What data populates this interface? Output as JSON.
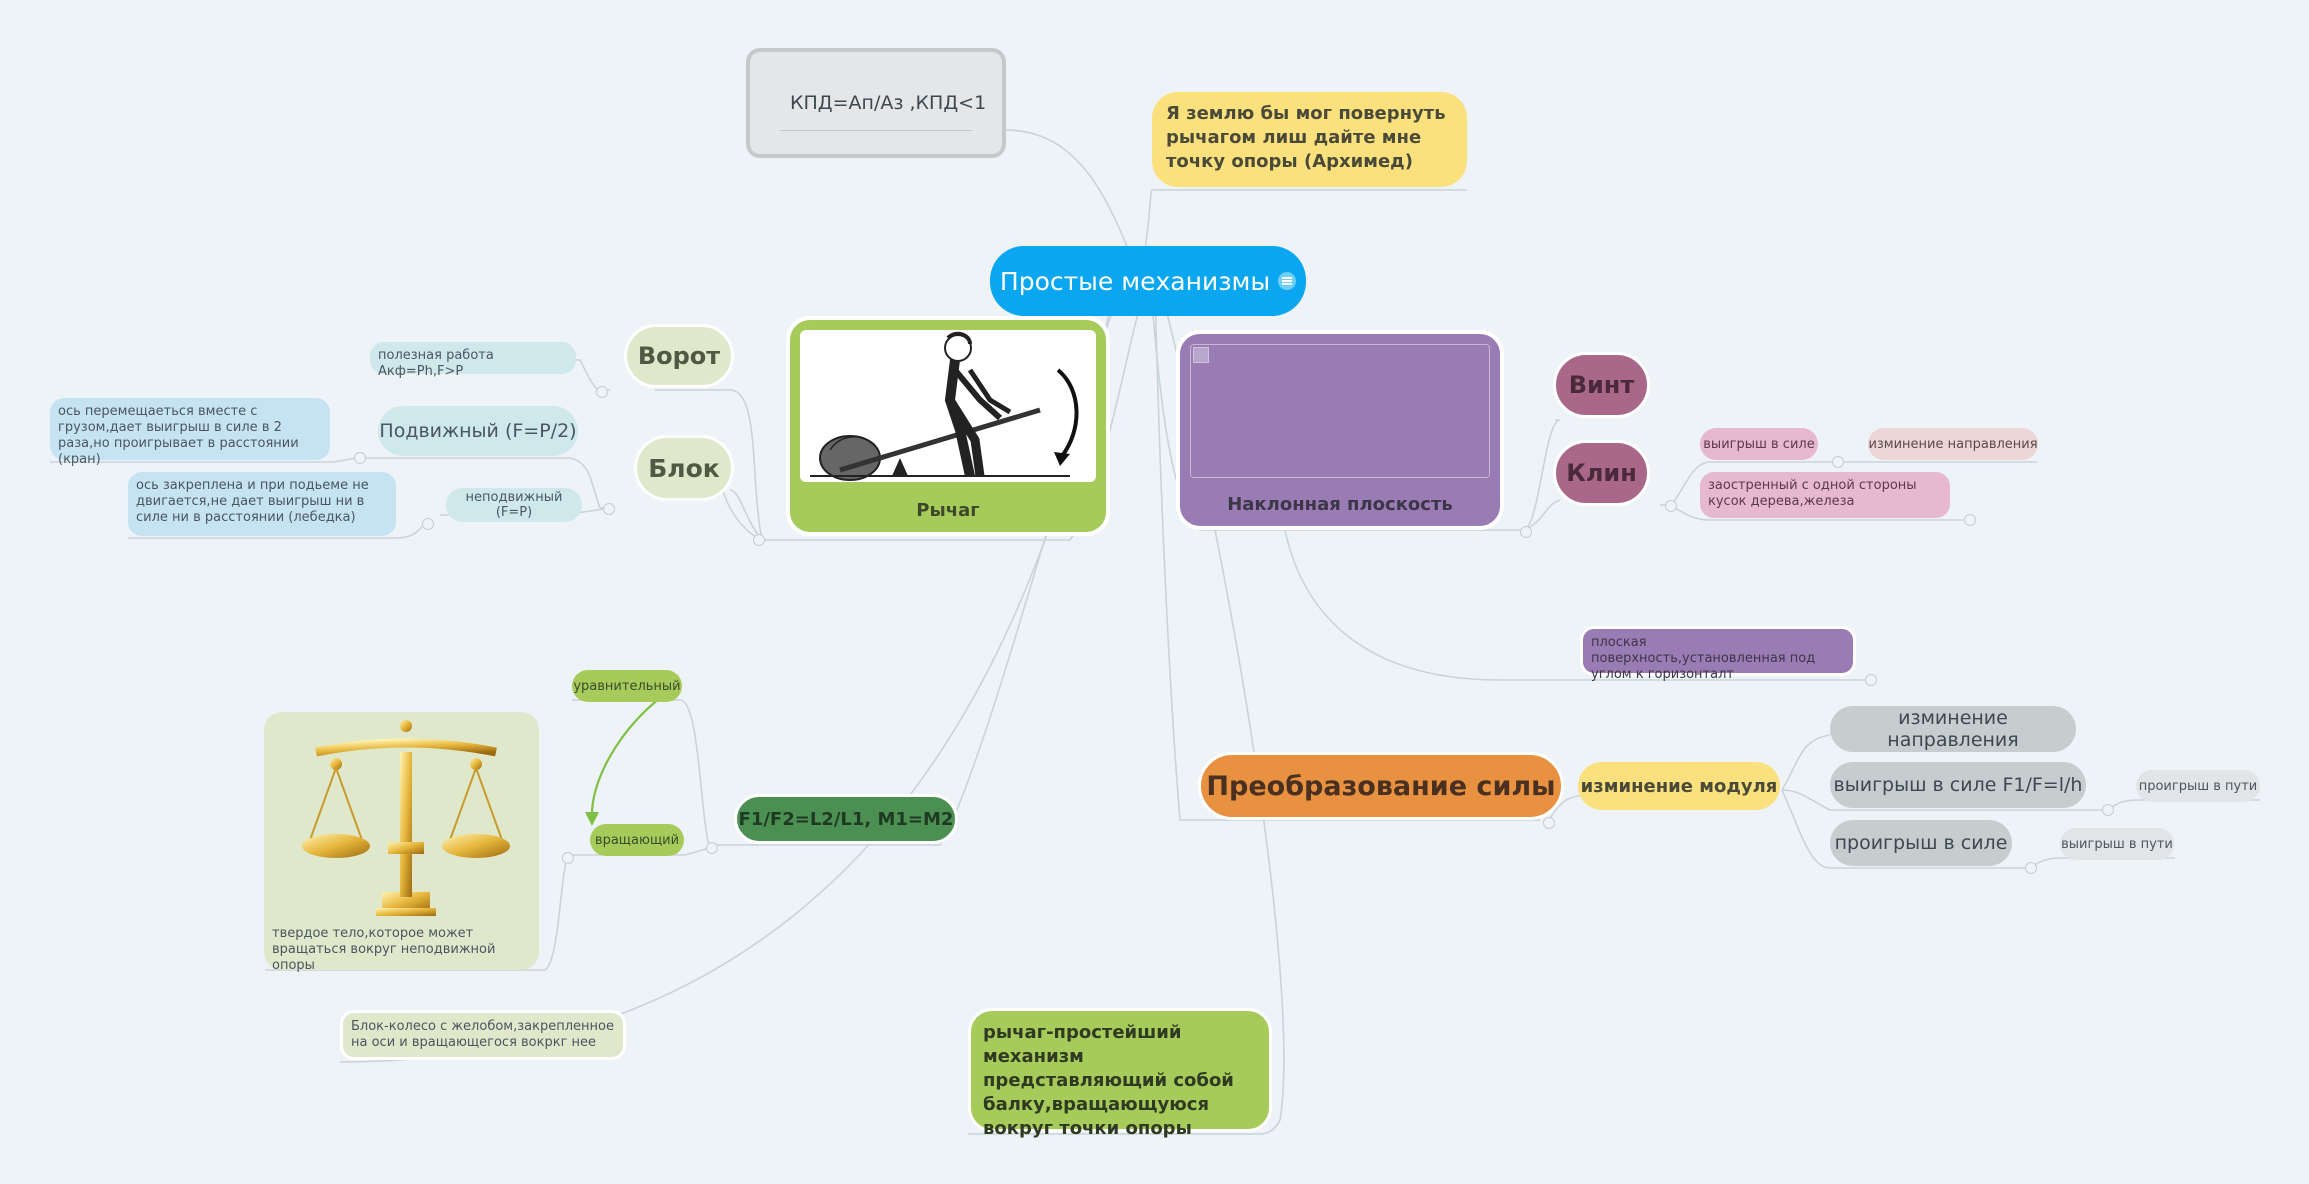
{
  "root": {
    "label": "Простые механизмы",
    "icon": "note-icon"
  },
  "kpd": {
    "label": "КПД=Ап/Аз ,КПД<1"
  },
  "archimedes": {
    "label": "Я землю бы мог повернуть рычагом лиш дайте мне точку опоры (Архимед)"
  },
  "lever": {
    "label": "Рычаг",
    "image": "man-lifting-rock-with-lever-image"
  },
  "vorot": {
    "label": "Ворот",
    "note": "полезная работа Акф=Ph,F>P"
  },
  "blok": {
    "label": "Блок",
    "movable": {
      "label": "Подвижный (F=P/2)",
      "note": "ось перемещаеться вместе с грузом,дает выигрыш в силе в 2 раза,но проигрывает в расстоянии (кран)"
    },
    "fixed": {
      "label": "неподвижный (F=P)",
      "note": "ось закреплена и при подьеме не двигается,не дает выигрыш ни в силе ни в расстоянии (лебедка)"
    }
  },
  "inclined": {
    "label": "Наклонная плоскость",
    "image": "broken-image",
    "note": "плоская поверхность,установленная под углом к горизонталт"
  },
  "vint": {
    "label": "Винт"
  },
  "klin": {
    "label": "Клин",
    "gain": "выигрыш в силе",
    "direction": "изминение направления",
    "note": "заостренный с одной стороны кусок дерева,железа"
  },
  "formula": {
    "label": "F1/F2=L2/L1, M1=M2",
    "balancing": "уравнительный",
    "rotating": "вращающий",
    "image_note": "твердое тело,которое может вращаться вокруг неподвижной опоры",
    "image": "golden-balance-scale-image"
  },
  "block_def": {
    "label": "Блок-колесо с желобом,закрепленное на оси и вращающегося вокркг нее"
  },
  "lever_def": {
    "label": "рычаг-простейший механизм представляющий собой балку,вращающуюся вокруг точки опоры"
  },
  "transform": {
    "label": "Преобразование силы",
    "modulus": "изминение модуля",
    "direction": "изминение направления",
    "gain": "выигрыш в силе  F1/F=l/h",
    "gain_note": "проигрыш в пути",
    "loss": "проигрыш в силе",
    "loss_note": "выигрыш в пути"
  },
  "colors": {
    "root": "#0aa7f0",
    "green": "#a6cb5b",
    "dark_green": "#4b8f52",
    "purple": "#9a7cb4",
    "mauve": "#a9678a",
    "orange": "#e89140",
    "yellow": "#fbe07e",
    "gray": "#c7cccf",
    "pale_green": "#dfe8cb",
    "light_blue": "#c6e3f2",
    "pink": "#e7b9d1",
    "link": "#c9d3da"
  }
}
